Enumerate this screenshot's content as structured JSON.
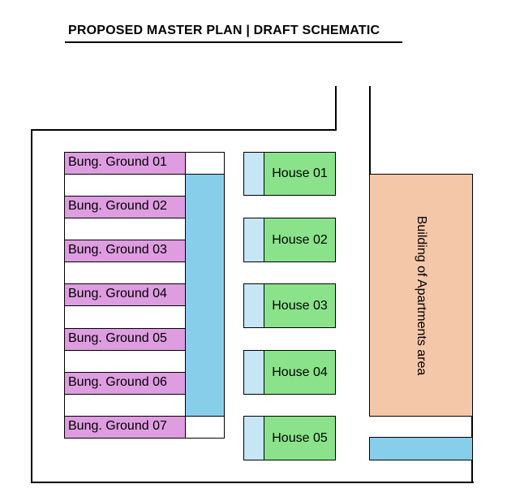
{
  "title": "PROPOSED MASTER PLAN | DRAFT SCHEMATIC",
  "colors": {
    "bungalow": "#de9de0",
    "water_strip": "#87ceeb",
    "house": "#8ae38a",
    "house_strip": "#c6e6f5",
    "apartment": "#f5c7a9"
  },
  "bungalows": [
    {
      "label": "Bung. Ground 01"
    },
    {
      "label": "Bung. Ground 02"
    },
    {
      "label": "Bung. Ground 03"
    },
    {
      "label": "Bung. Ground 04"
    },
    {
      "label": "Bung. Ground 05"
    },
    {
      "label": "Bung. Ground 06"
    },
    {
      "label": "Bung. Ground 07"
    }
  ],
  "houses": [
    {
      "label": "House 01"
    },
    {
      "label": "House 02"
    },
    {
      "label": "House 03"
    },
    {
      "label": "House 04"
    },
    {
      "label": "House 05"
    }
  ],
  "apartment": {
    "label": "Building of Apartments area"
  }
}
